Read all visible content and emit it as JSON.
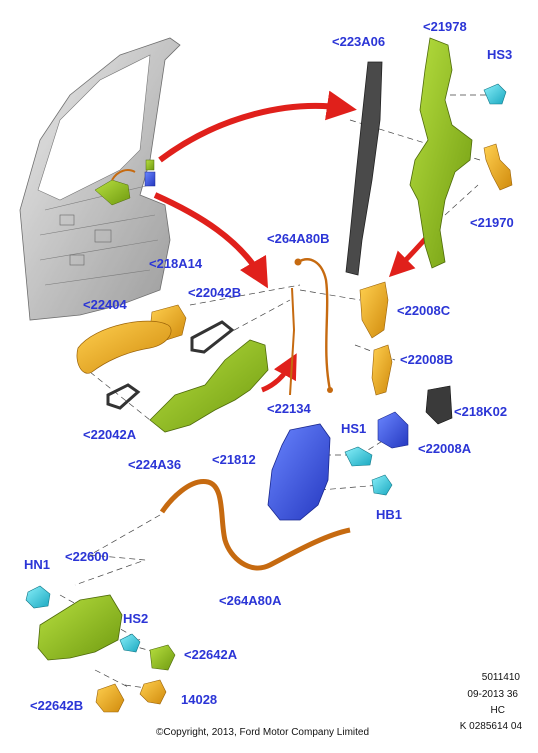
{
  "labels": {
    "p223A06": "<223A06",
    "p21978": "<21978",
    "hs3": "HS3",
    "p21970": "<21970",
    "p264A80B": "<264A80B",
    "p218A14": "<218A14",
    "p22042B": "<22042B",
    "p22404": "<22404",
    "p22008C": "<22008C",
    "p22008B": "<22008B",
    "p22134": "<22134",
    "p22042A": "<22042A",
    "p218K02": "<218K02",
    "hs1": "HS1",
    "p22008A": "<22008A",
    "p224A36": "<224A36",
    "p21812": "<21812",
    "hb1": "HB1",
    "hn1": "HN1",
    "p22600": "<22600",
    "hs2": "HS2",
    "p264A80A": "<264A80A",
    "p22642A": "<22642A",
    "p22642B": "<22642B",
    "p14028": "14028"
  },
  "footer": {
    "ref1": "5011410",
    "ref2": "09-2013 36",
    "ref3": "HC",
    "ref4": "K 0285614 04",
    "copyright": "©Copyright, 2013, Ford Motor Company Limited"
  },
  "colors": {
    "callout": "#2b35d6",
    "arrow": "#e0201b",
    "green": "#8fbf1f",
    "yellow": "#f0b41c",
    "blue": "#3f5ee8",
    "cyan": "#3fd8e6",
    "orange": "#d0761c",
    "grey": "#a8a8a8"
  }
}
